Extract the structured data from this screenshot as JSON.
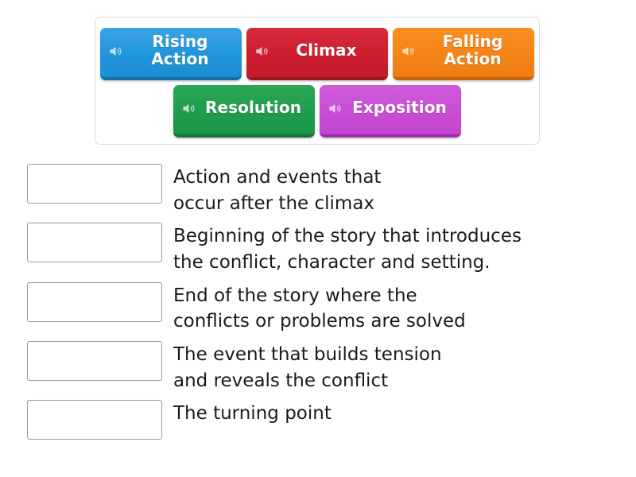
{
  "tray": {
    "name": "draggable-tiles-tray",
    "tiles": [
      {
        "label": "Rising\nAction",
        "color": "#2196dd",
        "icon": "speaker-icon"
      },
      {
        "label": "Climax",
        "color": "#ce1f31",
        "icon": "speaker-icon"
      },
      {
        "label": "Falling\nAction",
        "color": "#f4841a",
        "icon": "speaker-icon"
      },
      {
        "label": "Resolution",
        "color": "#1f9d4c",
        "icon": "speaker-icon"
      },
      {
        "label": "Exposition",
        "color": "#c94ed4",
        "icon": "speaker-icon"
      }
    ]
  },
  "answers": {
    "rows": [
      {
        "box_value": "",
        "text": "Action and events that\noccur after the climax"
      },
      {
        "box_value": "",
        "text": "Beginning of the story that introduces\nthe conflict, character and setting."
      },
      {
        "box_value": "",
        "text": "End of the story where the\nconflicts or problems are solved"
      },
      {
        "box_value": "",
        "text": "The event that builds tension\nand reveals the conflict"
      },
      {
        "box_value": "",
        "text": "The turning point"
      }
    ]
  }
}
